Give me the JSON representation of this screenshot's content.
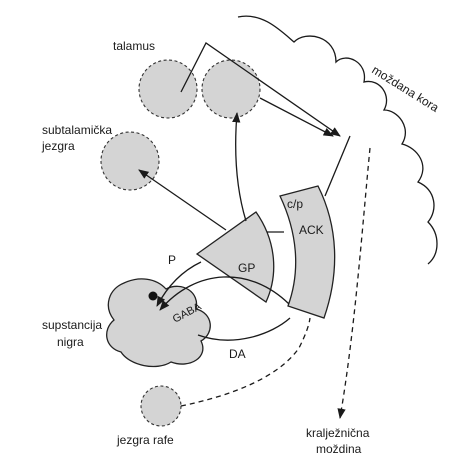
{
  "labels": {
    "talamus": "talamus",
    "subtalamic_line1": "subtalamička",
    "subtalamic_line2": "jezgra",
    "cortex": "moždana kora",
    "cp": "c/p",
    "ack": "ACK",
    "gp": "GP",
    "p": "P",
    "gaba": "GABA",
    "substantia_line1": "supstancija",
    "substantia_line2": "nigra",
    "da": "DA",
    "raphe": "jezgra rafe",
    "spinal_line1": "kralježnična",
    "spinal_line2": "moždina"
  },
  "colors": {
    "fill": "#d4d4d4",
    "stroke": "#1a1a1a",
    "background": "#ffffff"
  }
}
